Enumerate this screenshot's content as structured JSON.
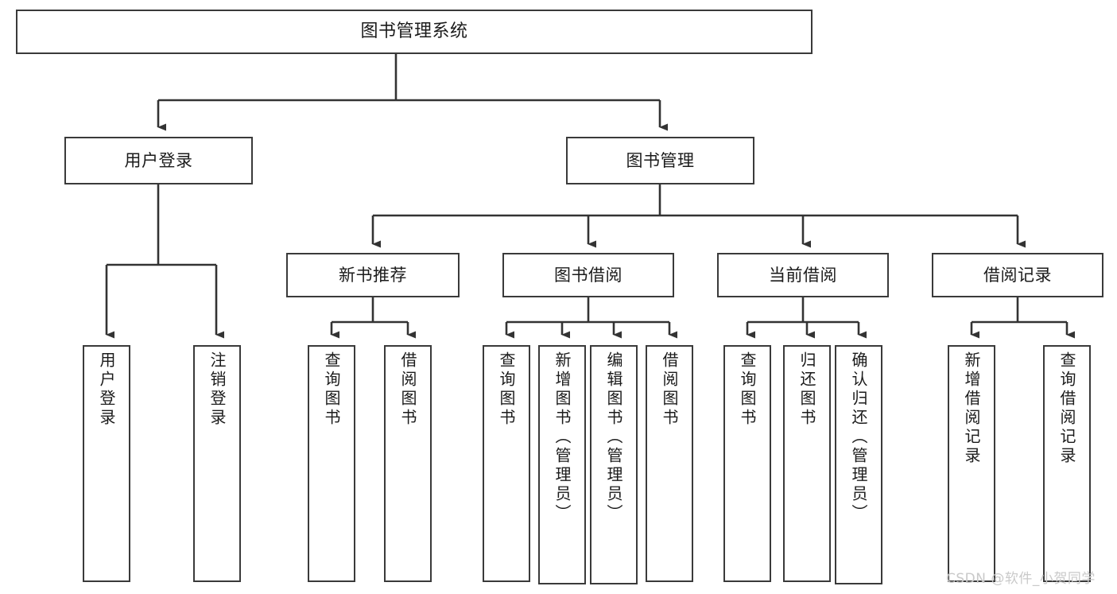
{
  "diagram": {
    "type": "tree-hierarchy",
    "title": "图书管理系统",
    "watermark": "CSDN @软件_小贺同学",
    "colors": {
      "box_border": "#3a3a3a",
      "box_fill": "#ffffff",
      "connector": "#333333",
      "text": "#1b1b1b",
      "watermark": "#c9c9c9",
      "background": "#ffffff"
    },
    "levels": {
      "root": {
        "label": "图书管理系统"
      },
      "level1": [
        {
          "label": "用户登录"
        },
        {
          "label": "图书管理"
        }
      ],
      "level2": [
        {
          "label": "新书推荐"
        },
        {
          "label": "图书借阅"
        },
        {
          "label": "当前借阅"
        },
        {
          "label": "借阅记录"
        }
      ],
      "leaves": {
        "user_login": [
          {
            "label": "用户登录"
          },
          {
            "label": "注销登录"
          }
        ],
        "new_book_recommend": [
          {
            "label": "查询图书"
          },
          {
            "label": "借阅图书"
          }
        ],
        "book_borrow": [
          {
            "label": "查询图书"
          },
          {
            "label": "新增图书（管理员）"
          },
          {
            "label": "编辑图书（管理员）"
          },
          {
            "label": "借阅图书"
          }
        ],
        "current_borrow": [
          {
            "label": "查询图书"
          },
          {
            "label": "归还图书"
          },
          {
            "label": "确认归还（管理员）"
          }
        ],
        "borrow_record": [
          {
            "label": "新增借阅记录"
          },
          {
            "label": "查询借阅记录"
          }
        ]
      }
    }
  }
}
